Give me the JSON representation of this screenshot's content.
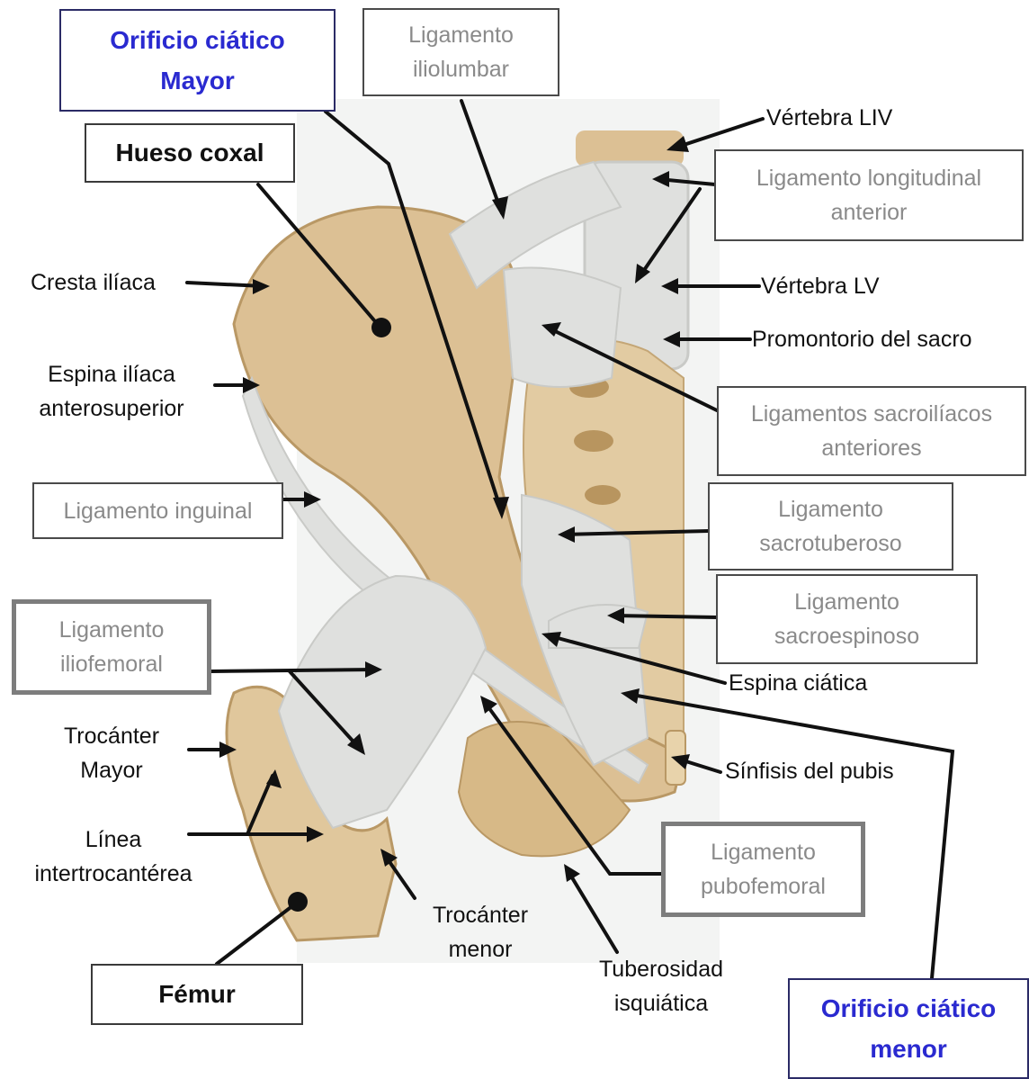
{
  "titles": {
    "orificio_mayor": [
      "Orificio ciático",
      "Mayor"
    ],
    "orificio_menor": [
      "Orificio ciático",
      "menor"
    ],
    "hueso_coxal": "Hueso coxal",
    "femur": "Fémur"
  },
  "ligament_boxes": {
    "iliolumbar": [
      "Ligamento",
      "iliolumbar"
    ],
    "longitudinal_anterior": [
      "Ligamento longitudinal",
      "anterior"
    ],
    "sacroiliacos": [
      "Ligamentos sacroilíacos",
      "anteriores"
    ],
    "inguinal": [
      "Ligamento inguinal"
    ],
    "sacrotuberoso": [
      "Ligamento",
      "sacrotuberoso"
    ],
    "sacroespinoso": [
      "Ligamento",
      "sacroespinoso"
    ],
    "iliofemoral": [
      "Ligamento",
      "iliofemoral"
    ],
    "pubofemoral": [
      "Ligamento",
      "pubofemoral"
    ]
  },
  "labels": {
    "vertebra_liv": "Vértebra LIV",
    "vertebra_lv": "Vértebra LV",
    "promontorio": "Promontorio del sacro",
    "cresta": "Cresta ilíaca",
    "espina_ilíaca": [
      "Espina ilíaca",
      "anterosuperior"
    ],
    "espina_ciatica": "Espina ciática",
    "trocanter_mayor": [
      "Trocánter",
      "Mayor"
    ],
    "sinfisis": "Sínfisis del pubis",
    "linea": [
      "Línea",
      "intertrocantérea"
    ],
    "trocanter_menor": [
      "Trocánter",
      "menor"
    ],
    "tuberosidad": [
      "Tuberosidad",
      "isquiática"
    ]
  },
  "colors": {
    "bone": "#dcc094",
    "bone_light": "#ead6b0",
    "ligament": "#dfe0de",
    "ligament_shade": "#c9cac7",
    "title_blue": "#2a2ad0",
    "grey_text": "#8a8a8a"
  }
}
